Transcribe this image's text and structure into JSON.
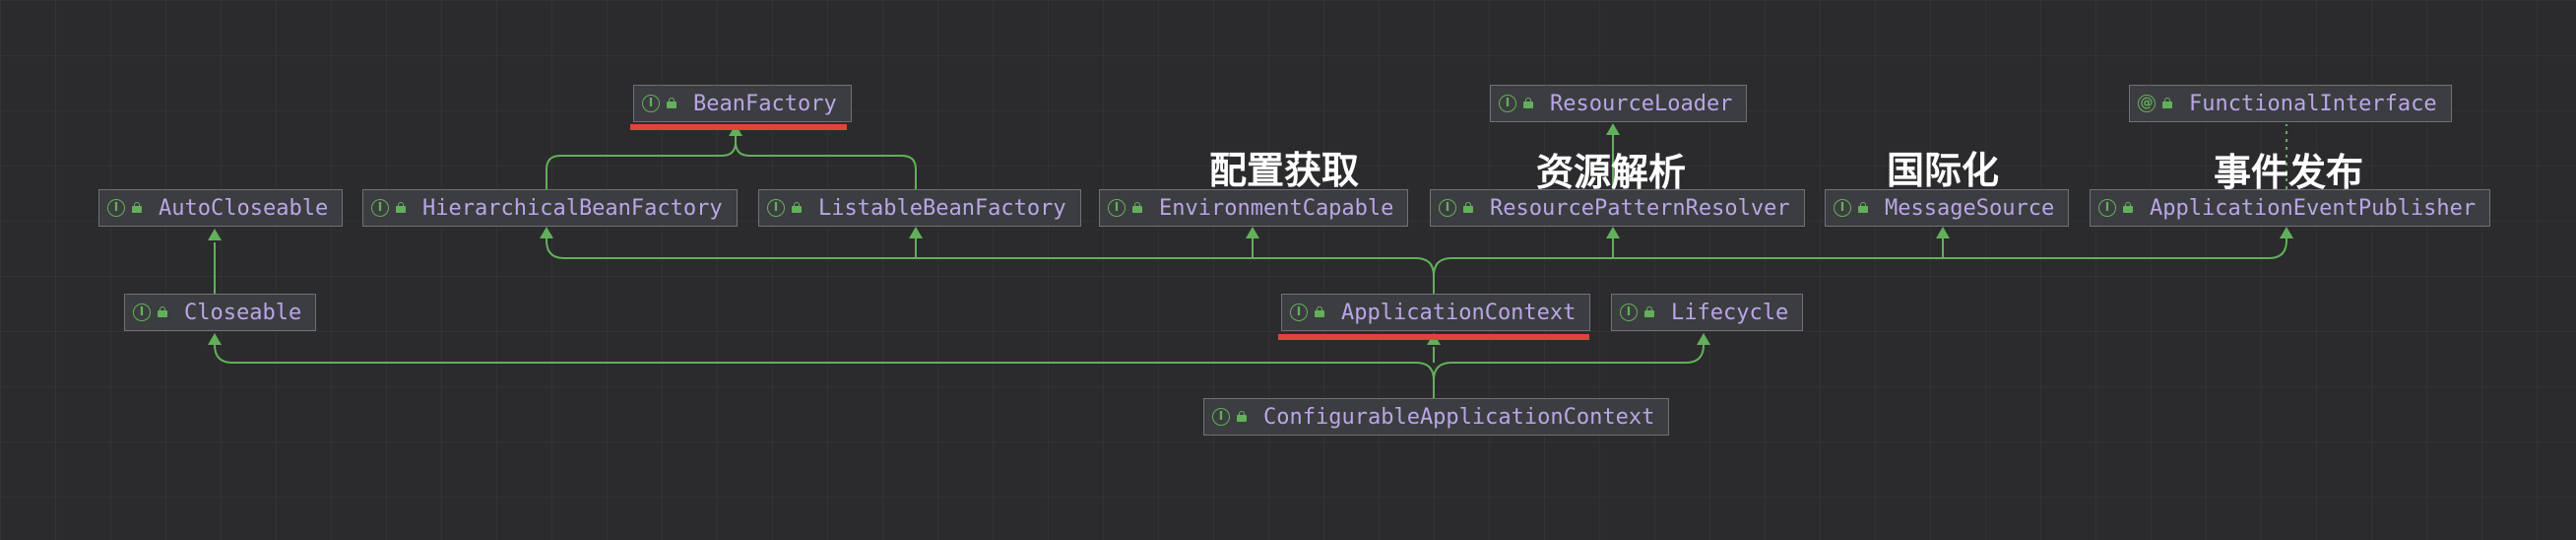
{
  "nodes": {
    "bean_factory": "BeanFactory",
    "resource_loader": "ResourceLoader",
    "functional_interface": "FunctionalInterface",
    "auto_closeable": "AutoCloseable",
    "hierarchical_bean_factory": "HierarchicalBeanFactory",
    "listable_bean_factory": "ListableBeanFactory",
    "environment_capable": "EnvironmentCapable",
    "resource_pattern_resolver": "ResourcePatternResolver",
    "message_source": "MessageSource",
    "application_event_publisher": "ApplicationEventPublisher",
    "closeable": "Closeable",
    "application_context": "ApplicationContext",
    "lifecycle": "Lifecycle",
    "configurable_application_context": "ConfigurableApplicationContext"
  },
  "annotations": {
    "config_retrieval": "配置获取",
    "resource_parsing": "资源解析",
    "i18n": "国际化",
    "event_publishing": "事件发布"
  },
  "icon_glyphs": {
    "interface": "I",
    "annotation": "@"
  },
  "colors": {
    "background": "#2b2b2d",
    "node_text": "#b9a6e6",
    "edge": "#62b05a",
    "highlight_underline": "#e0443a",
    "annotation_text": "#ffffff"
  }
}
